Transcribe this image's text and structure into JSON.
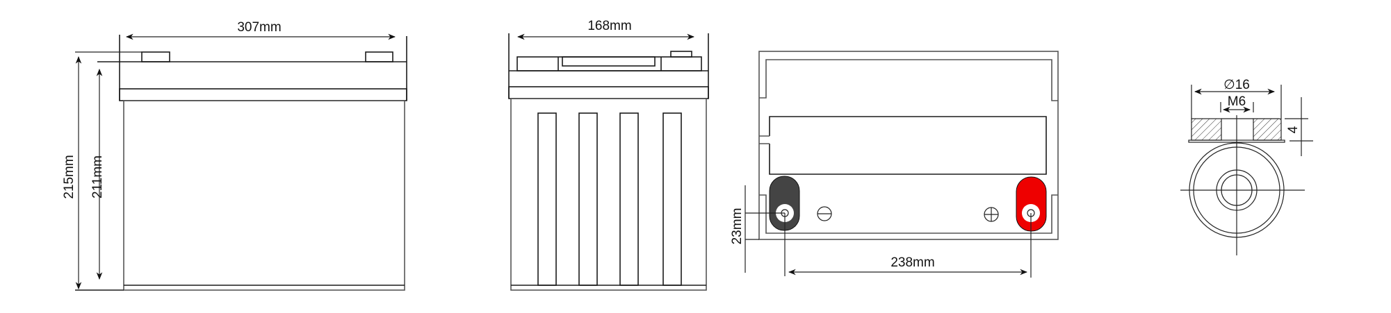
{
  "front_view": {
    "width_label": "307mm",
    "total_height_label": "215mm",
    "case_height_label": "211mm"
  },
  "side_view": {
    "width_label": "168mm"
  },
  "top_view": {
    "terminal_height_label": "23mm",
    "terminal_spacing_label": "238mm",
    "negative_color": "#444444",
    "positive_color": "#ee0000"
  },
  "terminal_detail": {
    "diameter_label": "∅16",
    "thread_label": "M6",
    "thickness_label": "4"
  }
}
